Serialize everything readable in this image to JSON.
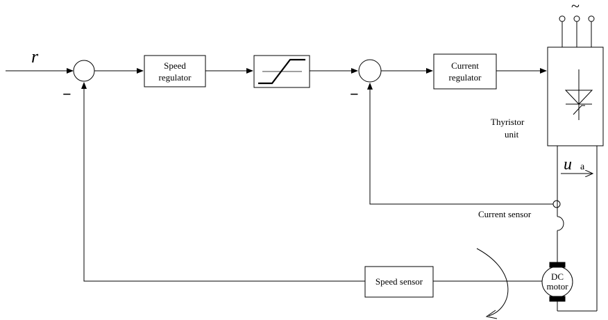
{
  "diagram": {
    "input_label": "r",
    "minus_sign_1": "−",
    "minus_sign_2": "−",
    "speed_regulator": [
      "Speed",
      "regulator"
    ],
    "current_regulator": [
      "Current",
      "regulator"
    ],
    "thyristor_label": [
      "Thyristor",
      "unit"
    ],
    "tilde": "~",
    "voltage_symbol": "u",
    "voltage_subscript": "a",
    "current_sensor_label": "Current sensor",
    "speed_sensor_label": "Speed sensor",
    "motor_label": [
      "DC",
      "motor"
    ]
  }
}
